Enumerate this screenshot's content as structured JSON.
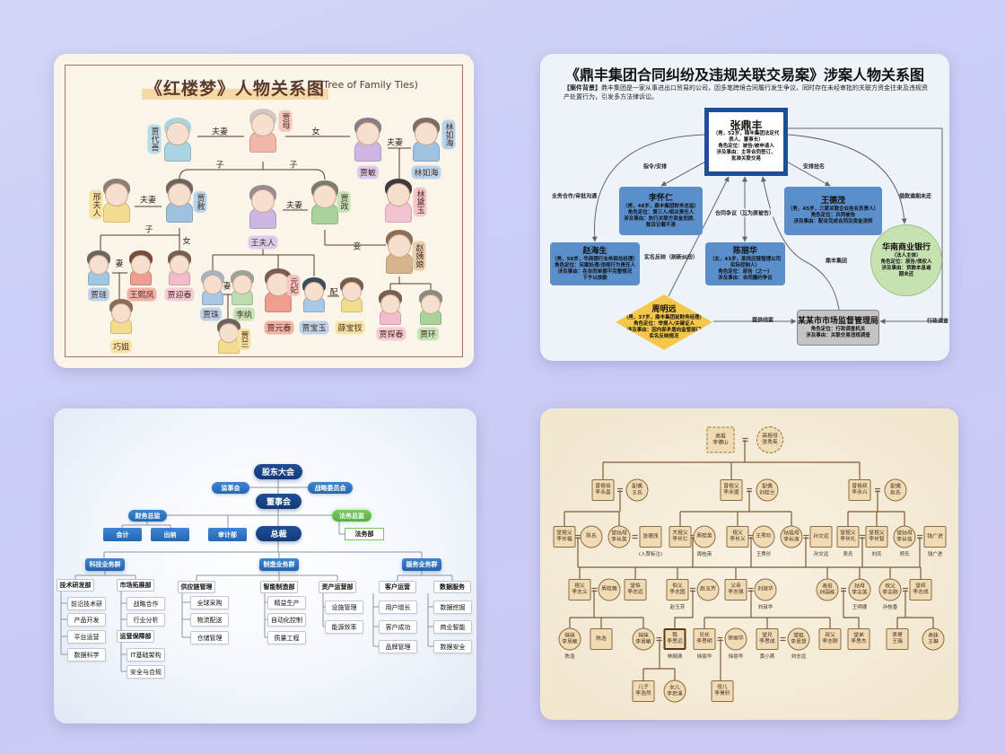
{
  "honglou": {
    "title": "《红楼梦》人物关系图",
    "subtitle": "(Tree of Family Ties)",
    "people": [
      {
        "name": "贾母"
      },
      {
        "name": "贾代善"
      },
      {
        "name": "贾敏"
      },
      {
        "name": "林如海"
      },
      {
        "name": "邢夫人"
      },
      {
        "name": "贾赦"
      },
      {
        "name": "王夫人"
      },
      {
        "name": "贾政"
      },
      {
        "name": "林黛玉"
      },
      {
        "name": "赵姨娘"
      },
      {
        "name": "贾琏"
      },
      {
        "name": "王熙凤"
      },
      {
        "name": "贾迎春"
      },
      {
        "name": "巧姐"
      },
      {
        "name": "贾珠"
      },
      {
        "name": "李纨"
      },
      {
        "name": "贾兰"
      },
      {
        "name": "贾元春",
        "alias": "元妃"
      },
      {
        "name": "贾宝玉"
      },
      {
        "name": "薛宝钗"
      },
      {
        "name": "贾探春"
      },
      {
        "name": "贾环"
      }
    ],
    "relations": [
      "夫妻",
      "女",
      "夫妻",
      "子",
      "子",
      "夫妻",
      "夫妻",
      "子",
      "女",
      "妻",
      "妻",
      "配",
      "妾"
    ]
  },
  "case": {
    "title": "《鼎丰集团合同纠纷及违规关联交易案》涉案人物关系图",
    "background_label": "【案件背景】",
    "background": "鼎丰集团是一家从事进出口贸易的公司，因多笔跨境合同履行发生争议，同时存在未经审批的关联方资金往来及违规资产处置行为，引发多方法律诉讼。",
    "nodes": [
      {
        "name": "张鼎丰",
        "lines": [
          "（男，52岁，鼎丰集团法定代",
          "表人、董事长）",
          "角色定位：被告/被申请人",
          "涉及事由：主导合同签订、",
          "批准关联交易"
        ]
      },
      {
        "name": "李怀仁",
        "lines": [
          "（男，48岁，鼎丰集团财务总监）",
          "角色定位：第三人/相关责任人",
          "涉及事由：执行关联方资金划拨、",
          "账目记载不清"
        ]
      },
      {
        "name": "王德茂",
        "lines": [
          "（男，45岁，三家关联企业挂名负责人）",
          "角色定位：共同被告",
          "涉及事由：配合完成合同及资金流转"
        ]
      },
      {
        "name": "赵海生",
        "lines": [
          "（男，50岁，华商银行业务部总经理）",
          "角色定位：另案处理/违规行为责任人",
          "涉及事由：在合同单据不完整情况",
          "下予以放款"
        ]
      },
      {
        "name": "陈丽华",
        "lines": [
          "（女，43岁，某供应链管理公司",
          "实际控制人）",
          "角色定位：原告（之一）",
          "涉及事由：合同履约争议"
        ]
      },
      {
        "name": "华南商业银行",
        "lines": [
          "（法人主体）",
          "角色定位：原告/债权人",
          "涉及事由：贷款本息逾",
          "期未还"
        ]
      },
      {
        "name": "周明远",
        "lines": [
          "（男，37岁，鼎丰集团前财务经理）",
          "角色定位：举报人/关键证人",
          "涉及事由：因内部矛盾向监管部门",
          "实名反映情况"
        ]
      },
      {
        "name": "某某市市场监督管理局",
        "lines": [
          "角色定位：行政调查机关",
          "涉及事由：关联交易违规调查"
        ]
      }
    ],
    "edges": [
      "指令/安排",
      "安排挂名",
      "业务合作/审批沟通",
      "借款逾期未还",
      "合同争议（互为原被告）",
      "实名反映（刷新纠纷）",
      "鼎丰集团",
      "提供线索",
      "行政调查"
    ],
    "colors": {
      "primary": "#1d4f95",
      "person": "#5b8fcb",
      "bank": "#c7e2b1",
      "whistleblower": "#f6c84a",
      "agency": "#c4c4c4"
    }
  },
  "org": {
    "governance": [
      "股东大会",
      "监事会",
      "战略委员会",
      "董事会",
      "财务总监",
      "法务总监",
      "会计",
      "出纳",
      "审计部",
      "总裁",
      "法务部"
    ],
    "groups": [
      {
        "name": "科技业务群",
        "departments": [
          {
            "name": "技术研发部",
            "children": [
              "前沿技术研",
              "产品开发",
              "平台运营",
              "数据科学"
            ]
          },
          {
            "name": "市场拓展部",
            "children": [
              "战略合作",
              "行业分析"
            ]
          },
          {
            "name": "运营保障部",
            "children": [
              "IT基础架构",
              "安全与合规"
            ]
          }
        ]
      },
      {
        "name": "制造业务群",
        "departments": [
          {
            "name": "供应链管理",
            "children": [
              "全球采购",
              "物流配送",
              "仓储管理"
            ]
          },
          {
            "name": "智能制造部",
            "children": [
              "精益生产",
              "自动化控制",
              "质量工程"
            ]
          },
          {
            "name": "资产运营部",
            "children": [
              "设施管理",
              "能源效率"
            ]
          }
        ]
      },
      {
        "name": "服务业务群",
        "departments": [
          {
            "name": "客户运营",
            "children": [
              "用户增长",
              "客户成功",
              "品牌管理"
            ]
          },
          {
            "name": "数据服务",
            "children": [
              "数据挖掘",
              "商业智能",
              "数据安全"
            ]
          }
        ]
      }
    ]
  },
  "family": {
    "nodes": [
      {
        "title": "高祖",
        "name": "李德山"
      },
      {
        "title": "高祖母",
        "name": "张秀英"
      },
      {
        "title": "曾祖伯",
        "name": "李永昌"
      },
      {
        "title": "配偶",
        "name": "王氏"
      },
      {
        "title": "曾祖父",
        "name": "李永盛"
      },
      {
        "title": "配偶",
        "name": "刘桂兰"
      },
      {
        "title": "曾祖叔",
        "name": "李永兴"
      },
      {
        "title": "配偶",
        "name": "赵氏"
      },
      {
        "title": "堂祖父",
        "name": "李长福"
      },
      {
        "title": "",
        "name": "陈氏"
      },
      {
        "title": "堂姑母",
        "name": "李长英"
      },
      {
        "title": "",
        "name": "张德茂",
        "sub": "(入赘标注)"
      },
      {
        "title": "大祖父",
        "name": "李长仁"
      },
      {
        "title": "",
        "name": "周桂英",
        "sub": "周桂英"
      },
      {
        "title": "祖父",
        "name": "李长义"
      },
      {
        "title": "",
        "name": "王秀珍",
        "sub": "王秀珍"
      },
      {
        "title": "姑祖母",
        "name": "李长淑"
      },
      {
        "title": "",
        "name": "孙文远",
        "sub": "孙文远"
      },
      {
        "title": "堂祖父",
        "name": "李长礼",
        "sub": "吴氏"
      },
      {
        "title": "堂祖父",
        "name": "李长智",
        "sub": "刘氏"
      },
      {
        "title": "堂姑母",
        "name": "李长信",
        "sub": "郑氏"
      },
      {
        "title": "",
        "name": "钱广进",
        "sub": "钱广进"
      },
      {
        "title": "祖父",
        "name": "李志义"
      },
      {
        "title": "",
        "name": "周桂薇"
      },
      {
        "title": "堂伯",
        "name": "李志远"
      },
      {
        "title": "伯父",
        "name": "李志国",
        "sub": "赵玉芳"
      },
      {
        "title": "",
        "name": "赵玉芳"
      },
      {
        "title": "父亲",
        "name": "李志强"
      },
      {
        "title": "",
        "name": "刘淑华",
        "sub": "刘淑华"
      },
      {
        "title": "表伯",
        "name": "孙国栋"
      },
      {
        "title": "姑母",
        "name": "李志英",
        "sub": "王明德"
      },
      {
        "title": "叔父",
        "name": "李志刚",
        "sub": "孙桂香"
      },
      {
        "title": "堂叔",
        "name": "李志成"
      },
      {
        "title": "妹妹",
        "name": "李思敏",
        "sub": "陈浩"
      },
      {
        "title": "",
        "name": "陈浩"
      },
      {
        "title": "妹妹",
        "name": "李思敏"
      },
      {
        "title": "我",
        "name": "李思远",
        "sub": "林婉清"
      },
      {
        "title": "兄长",
        "name": "李思明",
        "sub": "徐丽华"
      },
      {
        "title": "",
        "name": "徐丽华",
        "sub": "徐丽华"
      },
      {
        "title": "堂兄",
        "name": "李思成",
        "sub": "黄小燕"
      },
      {
        "title": "堂姐",
        "name": "李思慧",
        "sub": "刘志远"
      },
      {
        "title": "叔父",
        "name": "李志刚"
      },
      {
        "title": "堂弟",
        "name": "李思杰"
      },
      {
        "title": "表哥",
        "name": "王瑞"
      },
      {
        "title": "表妹",
        "name": "王琳"
      },
      {
        "title": "儿子",
        "name": "李浩然"
      },
      {
        "title": "女儿",
        "name": "李若溪"
      },
      {
        "title": "侄儿",
        "name": "李昊轩"
      }
    ]
  }
}
